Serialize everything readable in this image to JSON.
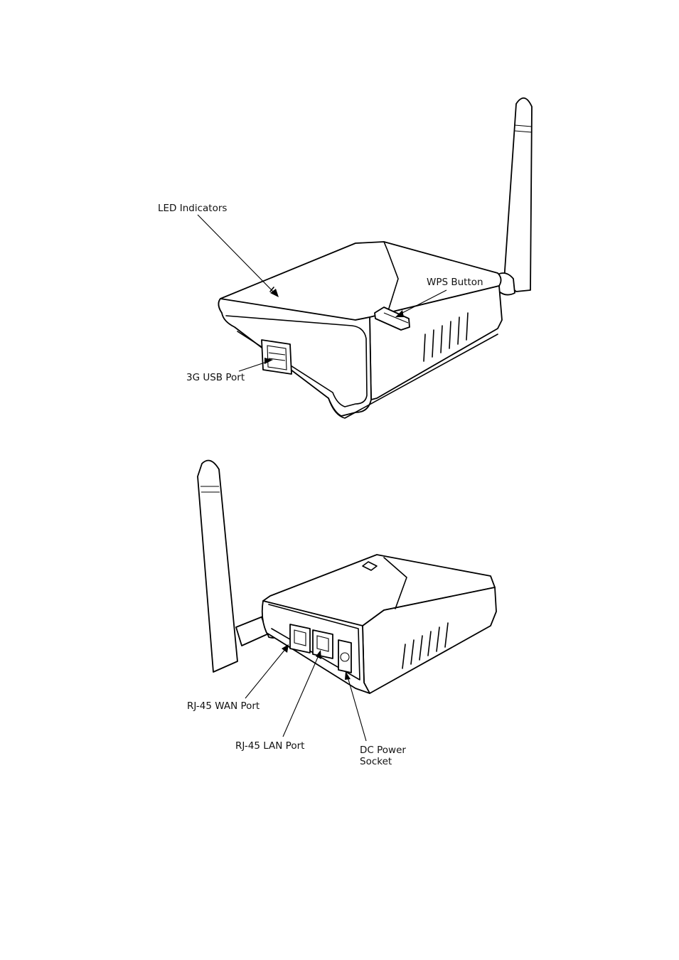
{
  "figure_front": {
    "labels": {
      "led_indicators": "LED Indicators",
      "wps_button": "WPS Button",
      "usb_port": "3G USB Port"
    }
  },
  "figure_back": {
    "labels": {
      "wan_port": "RJ-45 WAN Port",
      "lan_port": "RJ-45 LAN Port",
      "dc_power_line1": "DC Power",
      "dc_power_line2": "Socket"
    }
  },
  "colors": {
    "ink": "#000000",
    "paper": "#ffffff"
  }
}
